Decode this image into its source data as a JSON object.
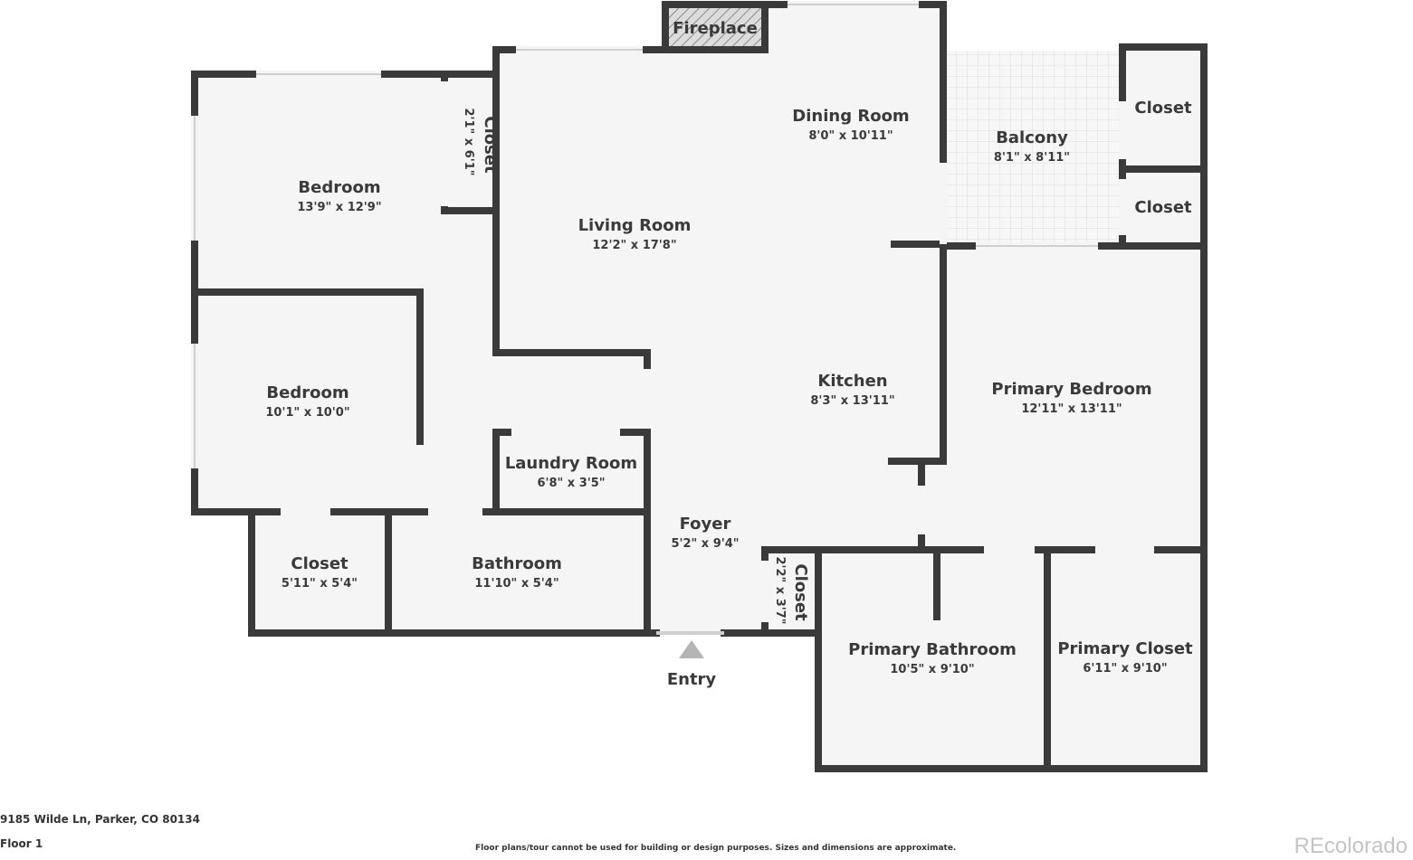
{
  "rooms": {
    "fireplace": {
      "name": "Fireplace"
    },
    "dining_room": {
      "name": "Dining Room",
      "dims": "8'0\" x 10'11\""
    },
    "balcony": {
      "name": "Balcony",
      "dims": "8'1\" x 8'11\""
    },
    "closet_top": {
      "name": "Closet"
    },
    "closet_mid": {
      "name": "Closet"
    },
    "bedroom_1": {
      "name": "Bedroom",
      "dims": "13'9\" x 12'9\""
    },
    "closet_bedroom_1": {
      "name": "Closet",
      "dims": "2'1\" x 6'1\""
    },
    "living_room": {
      "name": "Living Room",
      "dims": "12'2\" x 17'8\""
    },
    "kitchen": {
      "name": "Kitchen",
      "dims": "8'3\" x 13'11\""
    },
    "primary_bedroom": {
      "name": "Primary Bedroom",
      "dims": "12'11\" x 13'11\""
    },
    "bedroom_2": {
      "name": "Bedroom",
      "dims": "10'1\" x 10'0\""
    },
    "laundry_room": {
      "name": "Laundry Room",
      "dims": "6'8\" x 3'5\""
    },
    "foyer": {
      "name": "Foyer",
      "dims": "5'2\" x 9'4\""
    },
    "closet_hall": {
      "name": "Closet",
      "dims": "5'11\" x 5'4\""
    },
    "bathroom": {
      "name": "Bathroom",
      "dims": "11'10\" x 5'4\""
    },
    "closet_foyer": {
      "name": "Closet",
      "dims": "2'2\" x 3'7\""
    },
    "primary_bathroom": {
      "name": "Primary Bathroom",
      "dims": "10'5\" x 9'10\""
    },
    "primary_closet": {
      "name": "Primary Closet",
      "dims": "6'11\" x 9'10\""
    }
  },
  "entry_label": "Entry",
  "footer": {
    "address": "9185 Wilde Ln, Parker, CO 80134",
    "floor": "Floor 1",
    "disclaimer": "Floor plans/tour cannot be used for building or design purposes. Sizes and dimensions are approximate.",
    "watermark": "REcolorado"
  },
  "colors": {
    "wall": "#3a3a3a",
    "floor": "#f5f5f5",
    "balcony_tile": "#e2e2e2",
    "window": "#cfcfcf",
    "entry_marker": "#b5b5b5"
  }
}
